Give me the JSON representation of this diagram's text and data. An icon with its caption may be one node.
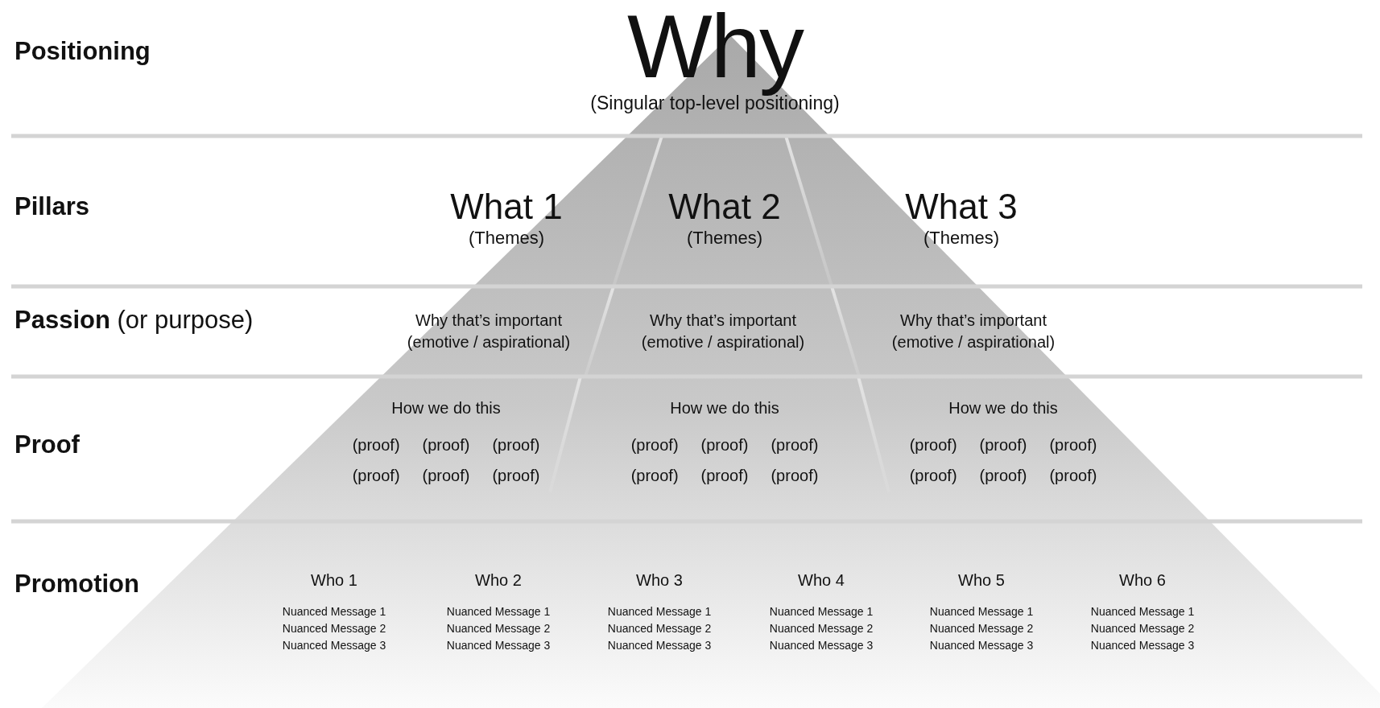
{
  "diagram": {
    "nodes": [
      {
        "text": [
          "Why",
          "(Singular top-level positioning)"
        ]
      },
      {
        "text": [
          "What 1",
          "(Themes)"
        ]
      },
      {
        "text": [
          "What 2",
          "(Themes)"
        ]
      },
      {
        "text": [
          "What 3",
          "(Themes)"
        ]
      },
      {
        "text": [
          "Why that’s important",
          "(emotive / aspirational)"
        ]
      },
      {
        "text": [
          "Why that’s important",
          "(emotive / aspirational)"
        ]
      },
      {
        "text": [
          "Why that’s important",
          "(emotive / aspirational)"
        ]
      },
      {
        "text": [
          "How we do this",
          "(proof)",
          "(proof)",
          "(proof)",
          "(proof)",
          "(proof)",
          "(proof)"
        ]
      },
      {
        "text": [
          "How we do this",
          "(proof)",
          "(proof)",
          "(proof)",
          "(proof)",
          "(proof)",
          "(proof)"
        ]
      },
      {
        "text": [
          "How we do this",
          "(proof)",
          "(proof)",
          "(proof)",
          "(proof)",
          "(proof)",
          "(proof)"
        ]
      },
      {
        "text": [
          "Who 1",
          "Nuanced Message 1",
          "Nuanced Message 2",
          "Nuanced Message 3"
        ]
      },
      {
        "text": [
          "Who 2",
          "Nuanced Message 1",
          "Nuanced Message 2",
          "Nuanced Message 3"
        ]
      },
      {
        "text": [
          "Who 3",
          "Nuanced Message 1",
          "Nuanced Message 2",
          "Nuanced Message 3"
        ]
      },
      {
        "text": [
          "Who 4",
          "Nuanced Message 1",
          "Nuanced Message 2",
          "Nuanced Message 3"
        ]
      },
      {
        "text": [
          "Who 5",
          "Nuanced Message 1",
          "Nuanced Message 2",
          "Nuanced Message 3"
        ]
      },
      {
        "text": [
          "Who 6",
          "Nuanced Message 1",
          "Nuanced Message 2",
          "Nuanced Message 3"
        ]
      }
    ],
    "labels": [
      "Positioning",
      "Pillars",
      "**Passion** (or purpose)",
      "Proof",
      "Promotion"
    ]
  }
}
